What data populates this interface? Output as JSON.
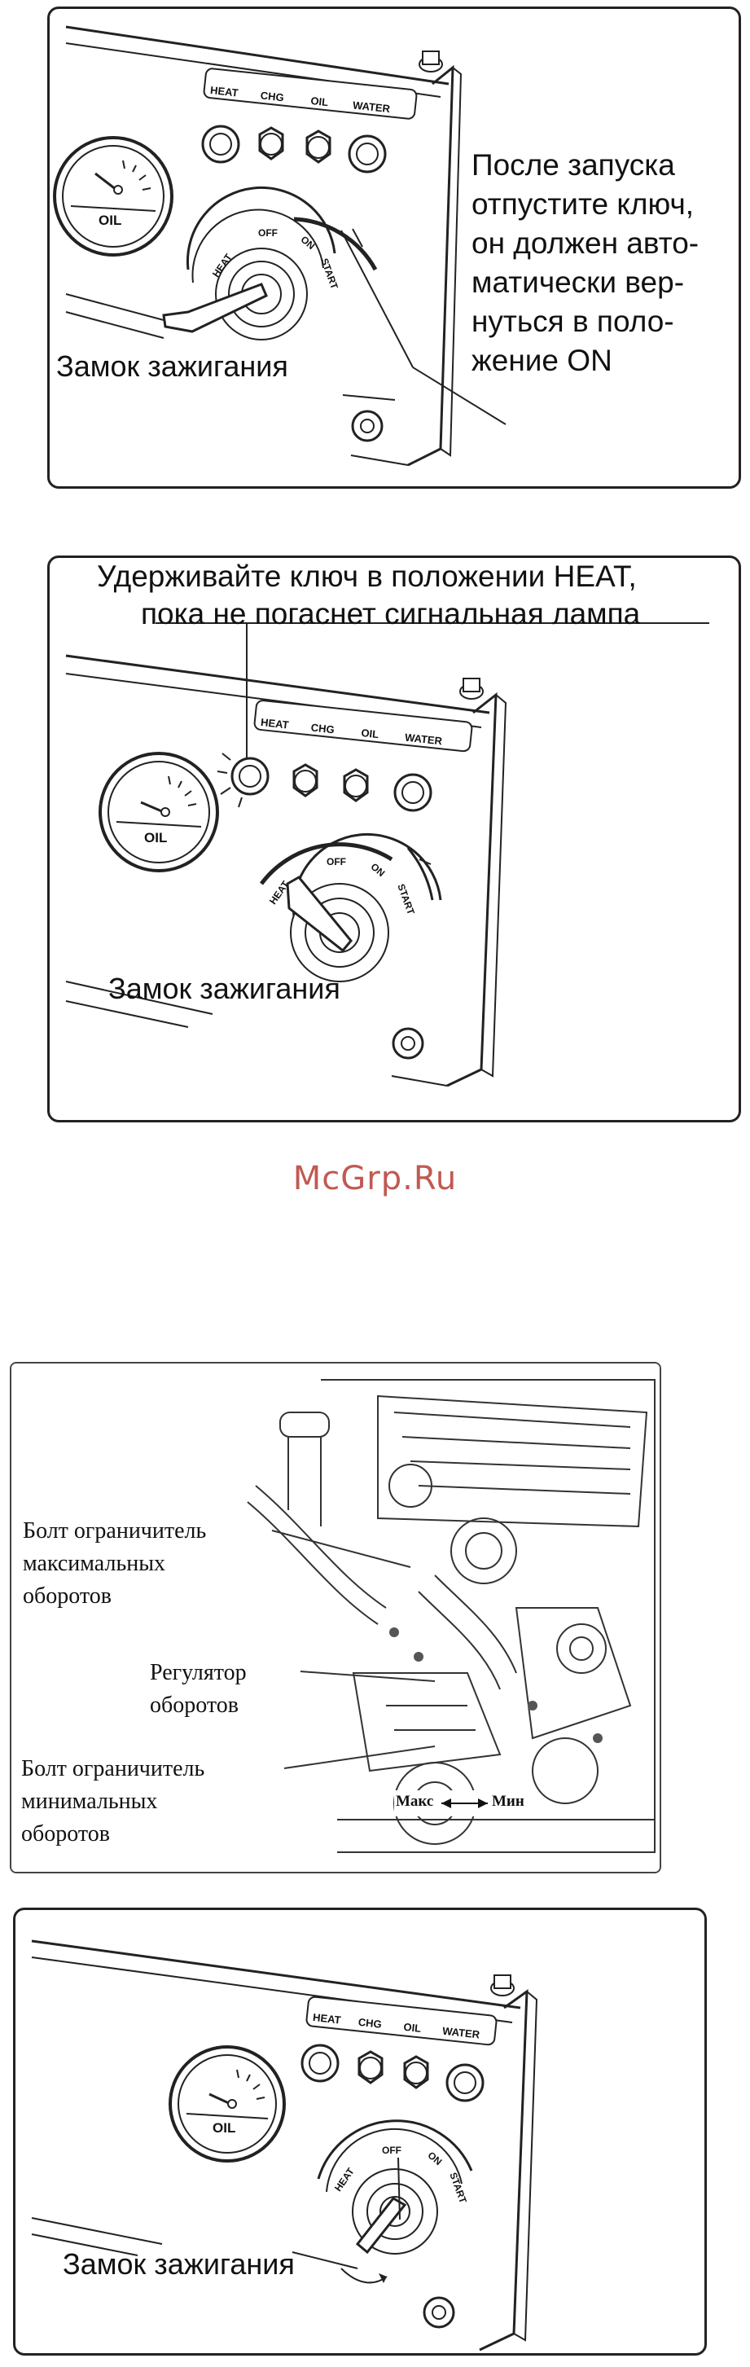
{
  "panel1": {
    "callout_lines": [
      "После запуска",
      "отпустите ключ,",
      "он должен авто-",
      "матически вер-",
      "нуться в поло-",
      "жение ON"
    ],
    "ignition_label": "Замок зажигания",
    "lamps": [
      "HEAT",
      "CHG",
      "OIL",
      "WATER"
    ],
    "gauge_label": "OIL",
    "switch_positions": [
      "HEAT",
      "OFF",
      "ON",
      "START"
    ]
  },
  "panel2": {
    "callout_lines": [
      "Удерживайте ключ в положении HEAT,",
      "пока не погаснет сигнальная лампа"
    ],
    "ignition_label": "Замок зажигания",
    "lamps": [
      "HEAT",
      "CHG",
      "OIL",
      "WATER"
    ],
    "gauge_label": "OIL",
    "switch_positions": [
      "HEAT",
      "OFF",
      "ON",
      "START"
    ]
  },
  "watermark": "McGrp.Ru",
  "panel3": {
    "labels": {
      "max_bolt": [
        "Болт ограничитель",
        "максимальных",
        "оборотов"
      ],
      "regulator": [
        "Регулятор",
        "оборотов"
      ],
      "min_bolt": [
        "Болт ограничитель",
        "минимальных",
        "оборотов"
      ]
    },
    "arrow_left": "Макс",
    "arrow_right": "Мин"
  },
  "panel4": {
    "ignition_label": "Замок зажигания",
    "lamps": [
      "HEAT",
      "CHG",
      "OIL",
      "WATER"
    ],
    "gauge_label": "OIL",
    "switch_positions": [
      "HEAT",
      "OFF",
      "ON",
      "START"
    ]
  }
}
